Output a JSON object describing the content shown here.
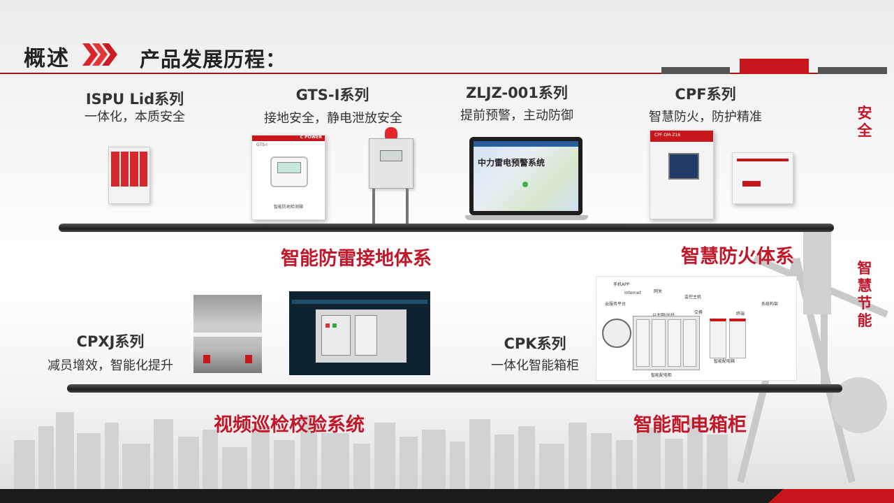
{
  "header": {
    "title": "概述",
    "subtitle": "产品发展历程："
  },
  "products_top": [
    {
      "title": "ISPU Lid系列",
      "desc": "一体化，本质安全"
    },
    {
      "title": "GTS-I系列",
      "desc": "接地安全，静电泄放安全"
    },
    {
      "title": "ZLJZ-001系列",
      "desc": "提前预警，主动防御"
    },
    {
      "title": "CPF系列",
      "desc": "智慧防火，防护精准"
    }
  ],
  "products_bottom": [
    {
      "title": "CPXJ系列",
      "desc": "减员增效，智能化提升"
    },
    {
      "title": "CPK系列",
      "desc": "一体化智能箱柜"
    }
  ],
  "systems": {
    "lightning": "智能防雷接地体系",
    "fire": "智慧防火体系",
    "video": "视频巡检校验系统",
    "power": "智能配电箱柜"
  },
  "side": {
    "safety": "安全",
    "energy": "智慧节能"
  },
  "device_text": {
    "gts_label": "GTS-I",
    "gts_brand": "C POWER",
    "gts_caption": "智能防地检测箱",
    "laptop_caption": "中力雷电预警系统",
    "cpf_label": "CPF-DM-Z16",
    "network": {
      "app": "手机APP",
      "internet": "Internet",
      "cloud": "云服务平台",
      "gateway": "网关",
      "monitor_host": "监控主机",
      "ethernet": "以太网/光纤",
      "switch": "交换",
      "cabinet": "智能配电柜",
      "box": "智能配电箱",
      "system_frame": "系统构架",
      "terminal": "终端"
    }
  },
  "colors": {
    "accent": "#c0182a",
    "dark": "#222222"
  }
}
